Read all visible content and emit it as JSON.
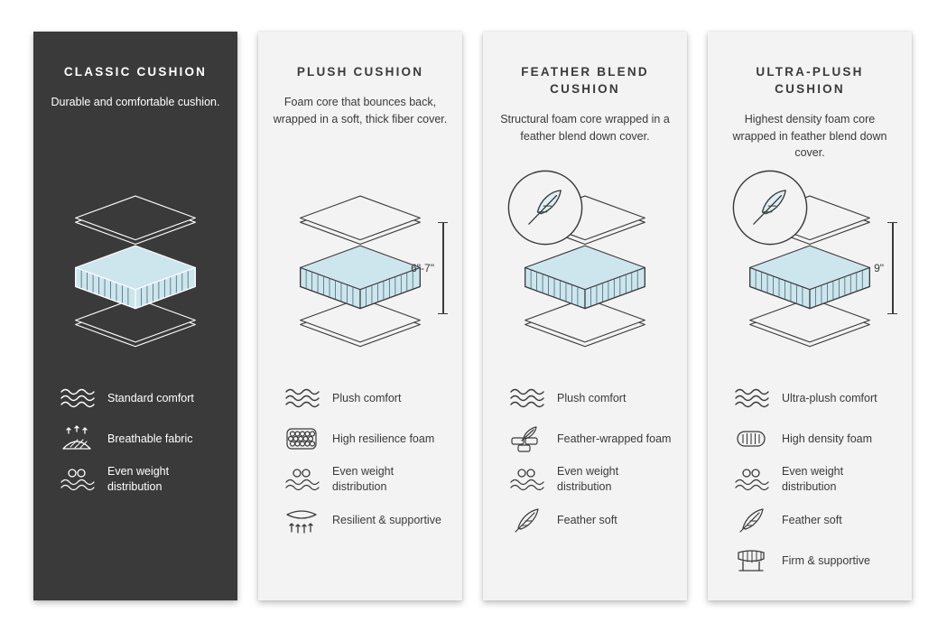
{
  "colors": {
    "dark_card": "#3a3a3a",
    "light_card": "#f3f3f3",
    "foam_fill": "#cde6ee",
    "text_dark": "#3a3a3a",
    "text_light": "#ffffff"
  },
  "cards": [
    {
      "title": "CLASSIC CUSHION",
      "description": "Durable and comfortable cushion.",
      "dimension": "",
      "badge_icon": "",
      "features": [
        {
          "icon": "waves-icon",
          "label": "Standard comfort"
        },
        {
          "icon": "breathable-icon",
          "label": "Breathable fabric"
        },
        {
          "icon": "weight-distribution-icon",
          "label": "Even weight distribution"
        }
      ]
    },
    {
      "title": "PLUSH CUSHION",
      "description": "Foam core that bounces back, wrapped in a soft, thick fiber cover.",
      "dimension": "6\"-7\"",
      "badge_icon": "",
      "features": [
        {
          "icon": "waves-icon",
          "label": "Plush comfort"
        },
        {
          "icon": "foam-cells-icon",
          "label": "High resilience foam"
        },
        {
          "icon": "weight-distribution-icon",
          "label": "Even weight distribution"
        },
        {
          "icon": "springs-icon",
          "label": "Resilient & supportive"
        }
      ]
    },
    {
      "title": "FEATHER BLEND CUSHION",
      "description": "Structural foam core wrapped in a feather blend down cover.",
      "dimension": "",
      "badge_icon": "feather-badge",
      "features": [
        {
          "icon": "waves-icon",
          "label": "Plush comfort"
        },
        {
          "icon": "feather-wrapped-foam-icon",
          "label": "Feather-wrapped foam"
        },
        {
          "icon": "weight-distribution-icon",
          "label": "Even weight distribution"
        },
        {
          "icon": "feather-icon",
          "label": "Feather soft"
        }
      ]
    },
    {
      "title": "ULTRA-PLUSH CUSHION",
      "description": "Highest density foam core wrapped in feather blend down cover.",
      "dimension": "9\"",
      "badge_icon": "feather-badge",
      "features": [
        {
          "icon": "waves-icon",
          "label": "Ultra-plush comfort"
        },
        {
          "icon": "density-foam-icon",
          "label": "High density foam"
        },
        {
          "icon": "weight-distribution-icon",
          "label": "Even weight distribution"
        },
        {
          "icon": "feather-icon",
          "label": "Feather soft"
        },
        {
          "icon": "firm-icon",
          "label": "Firm & supportive"
        }
      ]
    }
  ]
}
